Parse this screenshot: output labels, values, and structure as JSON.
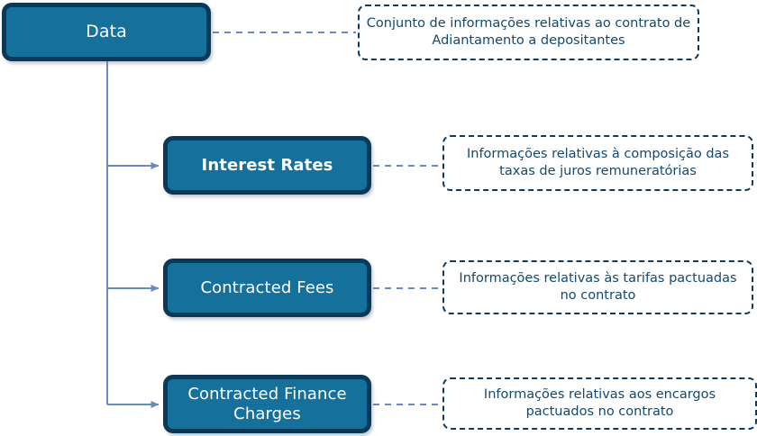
{
  "diagram": {
    "title": "Data hierarchy with Portuguese descriptions",
    "colors": {
      "node_fill": "#15709b",
      "node_border": "#0a3a58",
      "node_text": "#ffffff",
      "annotation_border": "#0d3c5e",
      "annotation_text": "#12496e",
      "connector": "#6a8bbf",
      "background": "#ffffff"
    },
    "root": {
      "label": "Data",
      "annotation": "Conjunto de informações relativas ao contrato de Adiantamento a depositantes"
    },
    "children": [
      {
        "label": "Interest Rates",
        "annotation": "Informações relativas à composição das taxas de juros remuneratórias"
      },
      {
        "label": "Contracted Fees",
        "annotation": "Informações relativas às tarifas pactuadas no contrato"
      },
      {
        "label": "Contracted Finance\nCharges",
        "annotation": "Informações relativas aos encargos pactuados no contrato"
      }
    ]
  }
}
